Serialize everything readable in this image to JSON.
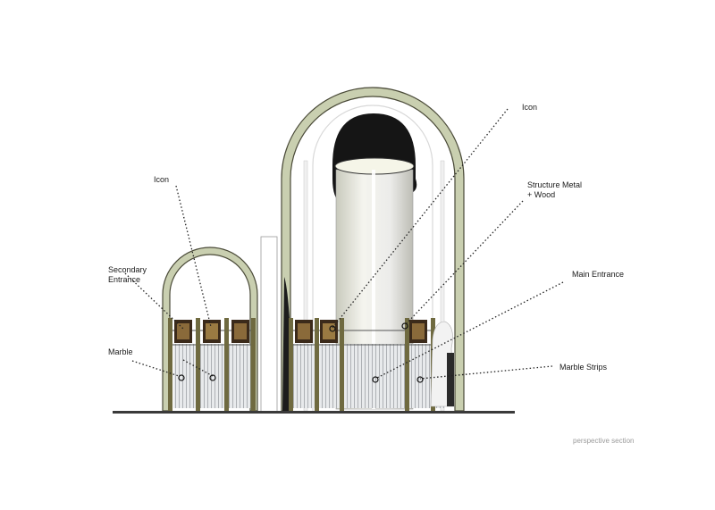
{
  "labels": {
    "icon_left": "Icon",
    "secondary_entrance_1": "Secondary",
    "secondary_entrance_2": "Entrance",
    "marble": "Marble",
    "icon_right": "Icon",
    "structure_1": "Structure Metal",
    "structure_2": "+ Wood",
    "main_entrance": "Main Entrance",
    "marble_strips": "Marble Strips"
  },
  "caption": "perspective section",
  "colors": {
    "arch_frame": "#c9cfb0",
    "arch_outline": "#4a4a38",
    "post": "#6f6a40",
    "dark_shadow": "#1c1c1c",
    "marble_panel": "#e4e6e8",
    "ground": "#3a3a3a",
    "leader": "#222222"
  }
}
